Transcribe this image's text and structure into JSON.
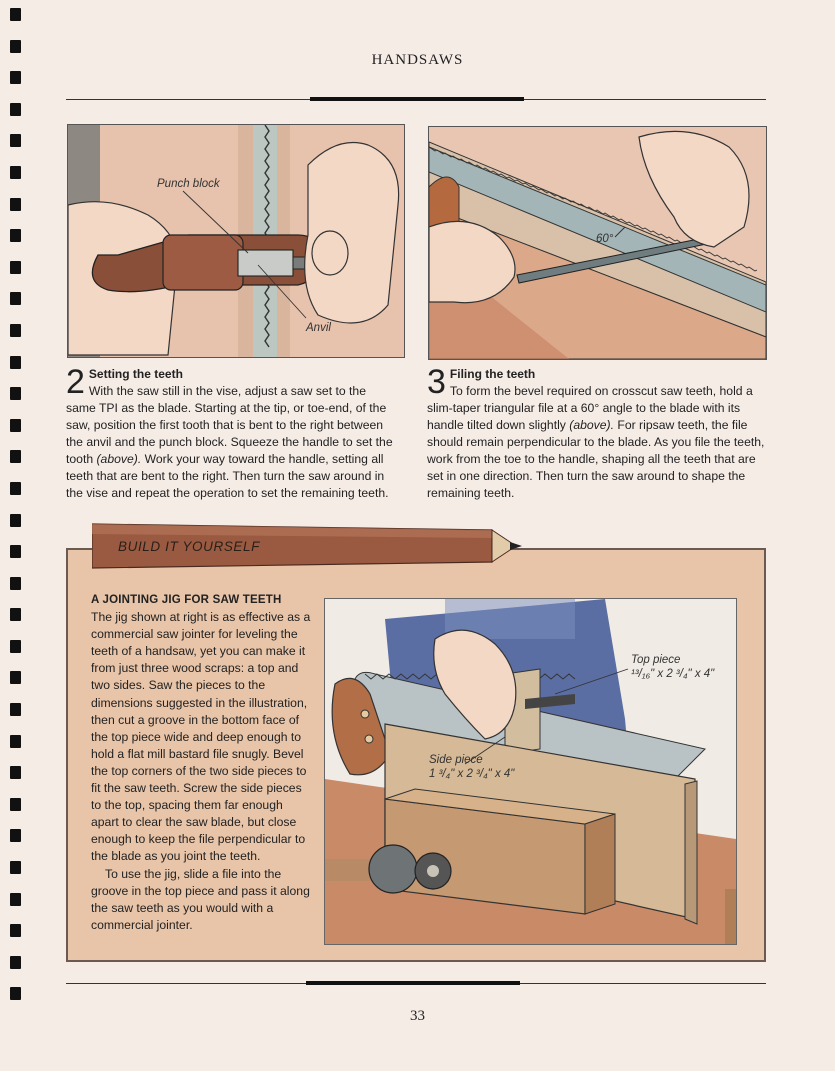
{
  "header": {
    "title": "HANDSAWS"
  },
  "figures": {
    "fig2": {
      "label_punch": "Punch block",
      "label_anvil": "Anvil"
    },
    "fig3": {
      "angle": "60°"
    },
    "jig": {
      "top_piece_label": "Top piece",
      "top_piece_dims": "¹³/₁₆\" x 2 ³/₄\" x 4\"",
      "side_piece_label": "Side piece",
      "side_piece_dims": "1 ³/₄\" x 2 ³/₄\" x 4\""
    }
  },
  "steps": [
    {
      "number": "2",
      "title": "Setting the teeth",
      "text_before": "With the saw still in the vise, adjust a saw set to the same TPI as the blade. Starting at the tip, or toe-end, of the saw, position the first tooth that is bent to the right between the anvil and the punch block. Squeeze the handle to set the tooth ",
      "emph": "(above).",
      "text_after": " Work your way toward the handle, setting all teeth that are bent to the right. Then turn the saw around in the vise and repeat the operation to set the remaining teeth."
    },
    {
      "number": "3",
      "title": "Filing the teeth",
      "text_before": "To form the bevel required on crosscut saw teeth, hold a slim-taper triangular file at a 60° angle to the blade with its handle tilted down slightly ",
      "emph": "(above).",
      "text_after": " For ripsaw teeth, the file should remain perpendicular to the blade. As you file the teeth, work from the toe to the handle, shaping all the teeth that are set in one direction. Then turn the saw around to shape the remaining teeth."
    }
  ],
  "build_it_yourself": {
    "banner": "BUILD IT YOURSELF",
    "title": "A JOINTING JIG FOR SAW TEETH",
    "paragraph1": "The jig shown at right is as effective as a commercial saw jointer for leveling the teeth of a handsaw, yet you can make it from just three wood scraps: a top and two sides. Saw the pieces to the dimensions suggested in the illustration, then cut a groove in the bottom face of the top piece wide and deep enough to hold a flat mill bastard file snugly. Bevel the top corners of the two side pieces to fit the saw teeth. Screw the side pieces to the top, spacing them far enough apart to clear the saw blade, but close enough to keep the file perpendicular to the blade as you joint the teeth.",
    "paragraph2": "To use the jig, slide a file into the groove in the top piece and pass it along the saw teeth as you would with a commercial jointer."
  },
  "footer": {
    "page_number": "33"
  }
}
